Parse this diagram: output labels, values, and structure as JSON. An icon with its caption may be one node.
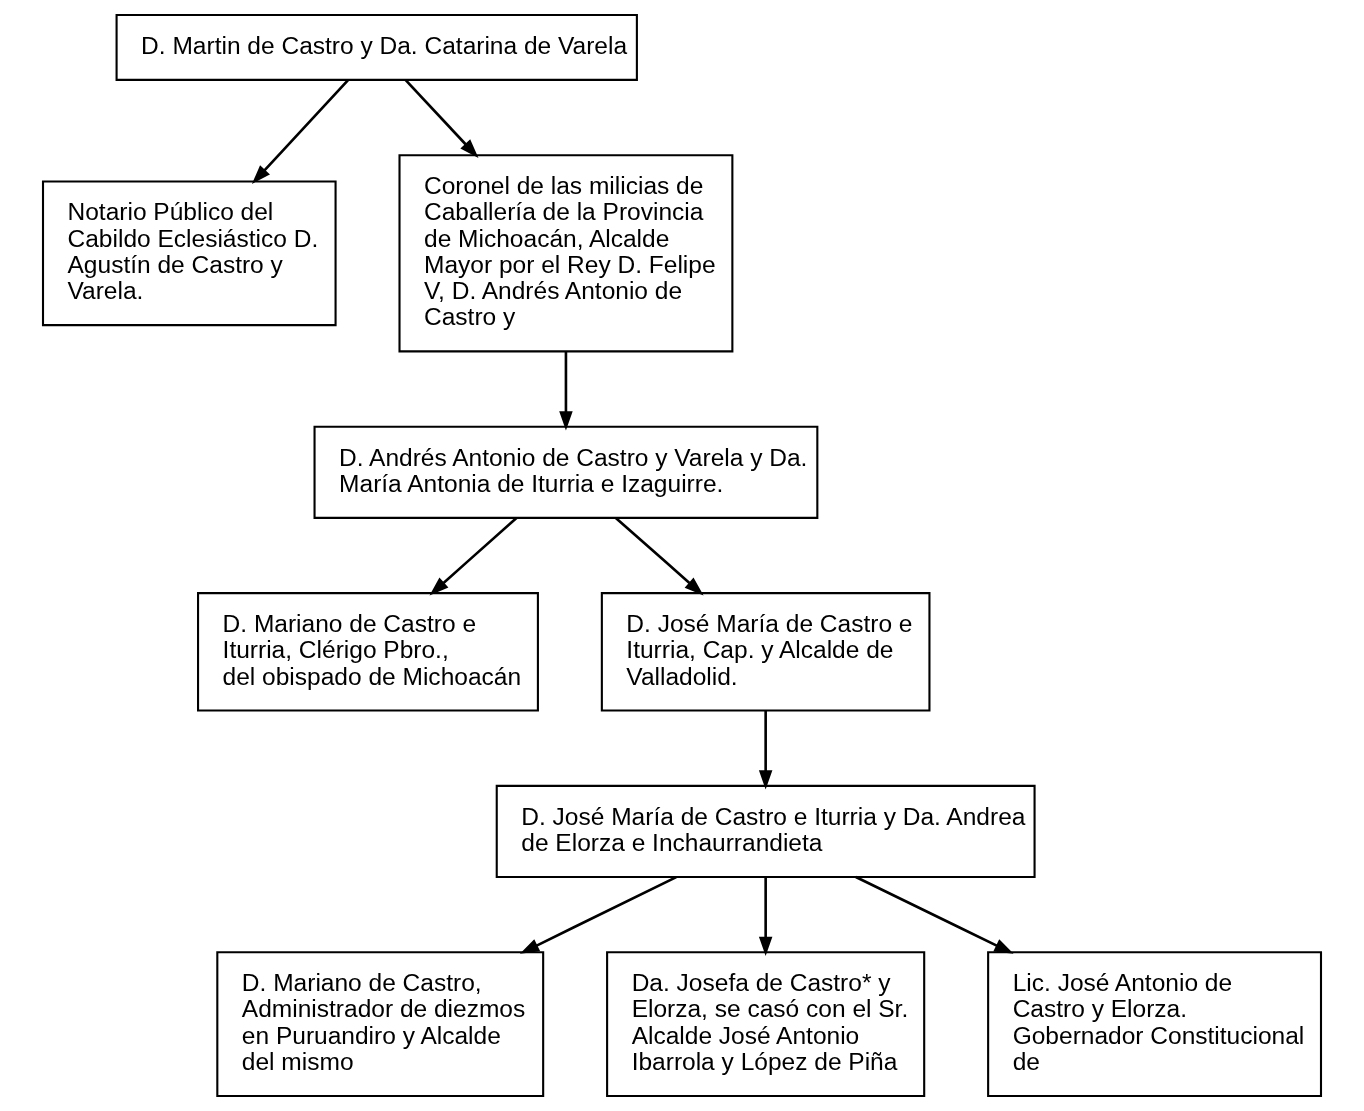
{
  "diagram": {
    "nodes": [
      {
        "text": [
          "D. Martin de Castro y Da. Catarina de Varela"
        ]
      },
      {
        "text": [
          "Notario Público del Cabildo Eclesiástico D. Agustín de Castro y Varela."
        ]
      },
      {
        "text": [
          "Coronel de las milicias de Caballería de la Provincia de Michoacán, Alcalde Mayor por el Rey D. Felipe V, D. Andrés Antonio de Castro y"
        ]
      },
      {
        "text": [
          "D. Andrés Antonio de Castro y Varela y Da. María Antonia de Iturria e Izaguirre."
        ]
      },
      {
        "text": [
          "D. Mariano de Castro e Iturria, Clérigo Pbro., del obispado de Michoacán"
        ]
      },
      {
        "text": [
          "D. José María de Castro e Iturria, Cap. y Alcalde de Valladolid."
        ]
      },
      {
        "text": [
          "D. José María de Castro e Iturria y Da. Andrea de Elorza e Inchaurrandieta"
        ]
      },
      {
        "text": [
          "D. Mariano de Castro, Administrador de diezmos en Puruandiro y Alcalde del mismo"
        ]
      },
      {
        "text": [
          "Da. Josefa de Castro* y Elorza, se casó con el Sr. Alcalde José Antonio Ibarrola y López de Piña"
        ]
      },
      {
        "text": [
          "Lic. José Antonio de Castro y Elorza. Gobernador Constitucional de"
        ]
      }
    ],
    "edges": [
      {
        "from": 0,
        "to": 1,
        "arrow": "to"
      },
      {
        "from": 0,
        "to": 2,
        "arrow": "to"
      },
      {
        "from": 2,
        "to": 3,
        "arrow": "to"
      },
      {
        "from": 3,
        "to": 4,
        "arrow": "to"
      },
      {
        "from": 3,
        "to": 5,
        "arrow": "to"
      },
      {
        "from": 5,
        "to": 6,
        "arrow": "to"
      },
      {
        "from": 6,
        "to": 7,
        "arrow": "to"
      },
      {
        "from": 6,
        "to": 8,
        "arrow": "to"
      },
      {
        "from": 6,
        "to": 9,
        "arrow": "to"
      }
    ]
  }
}
